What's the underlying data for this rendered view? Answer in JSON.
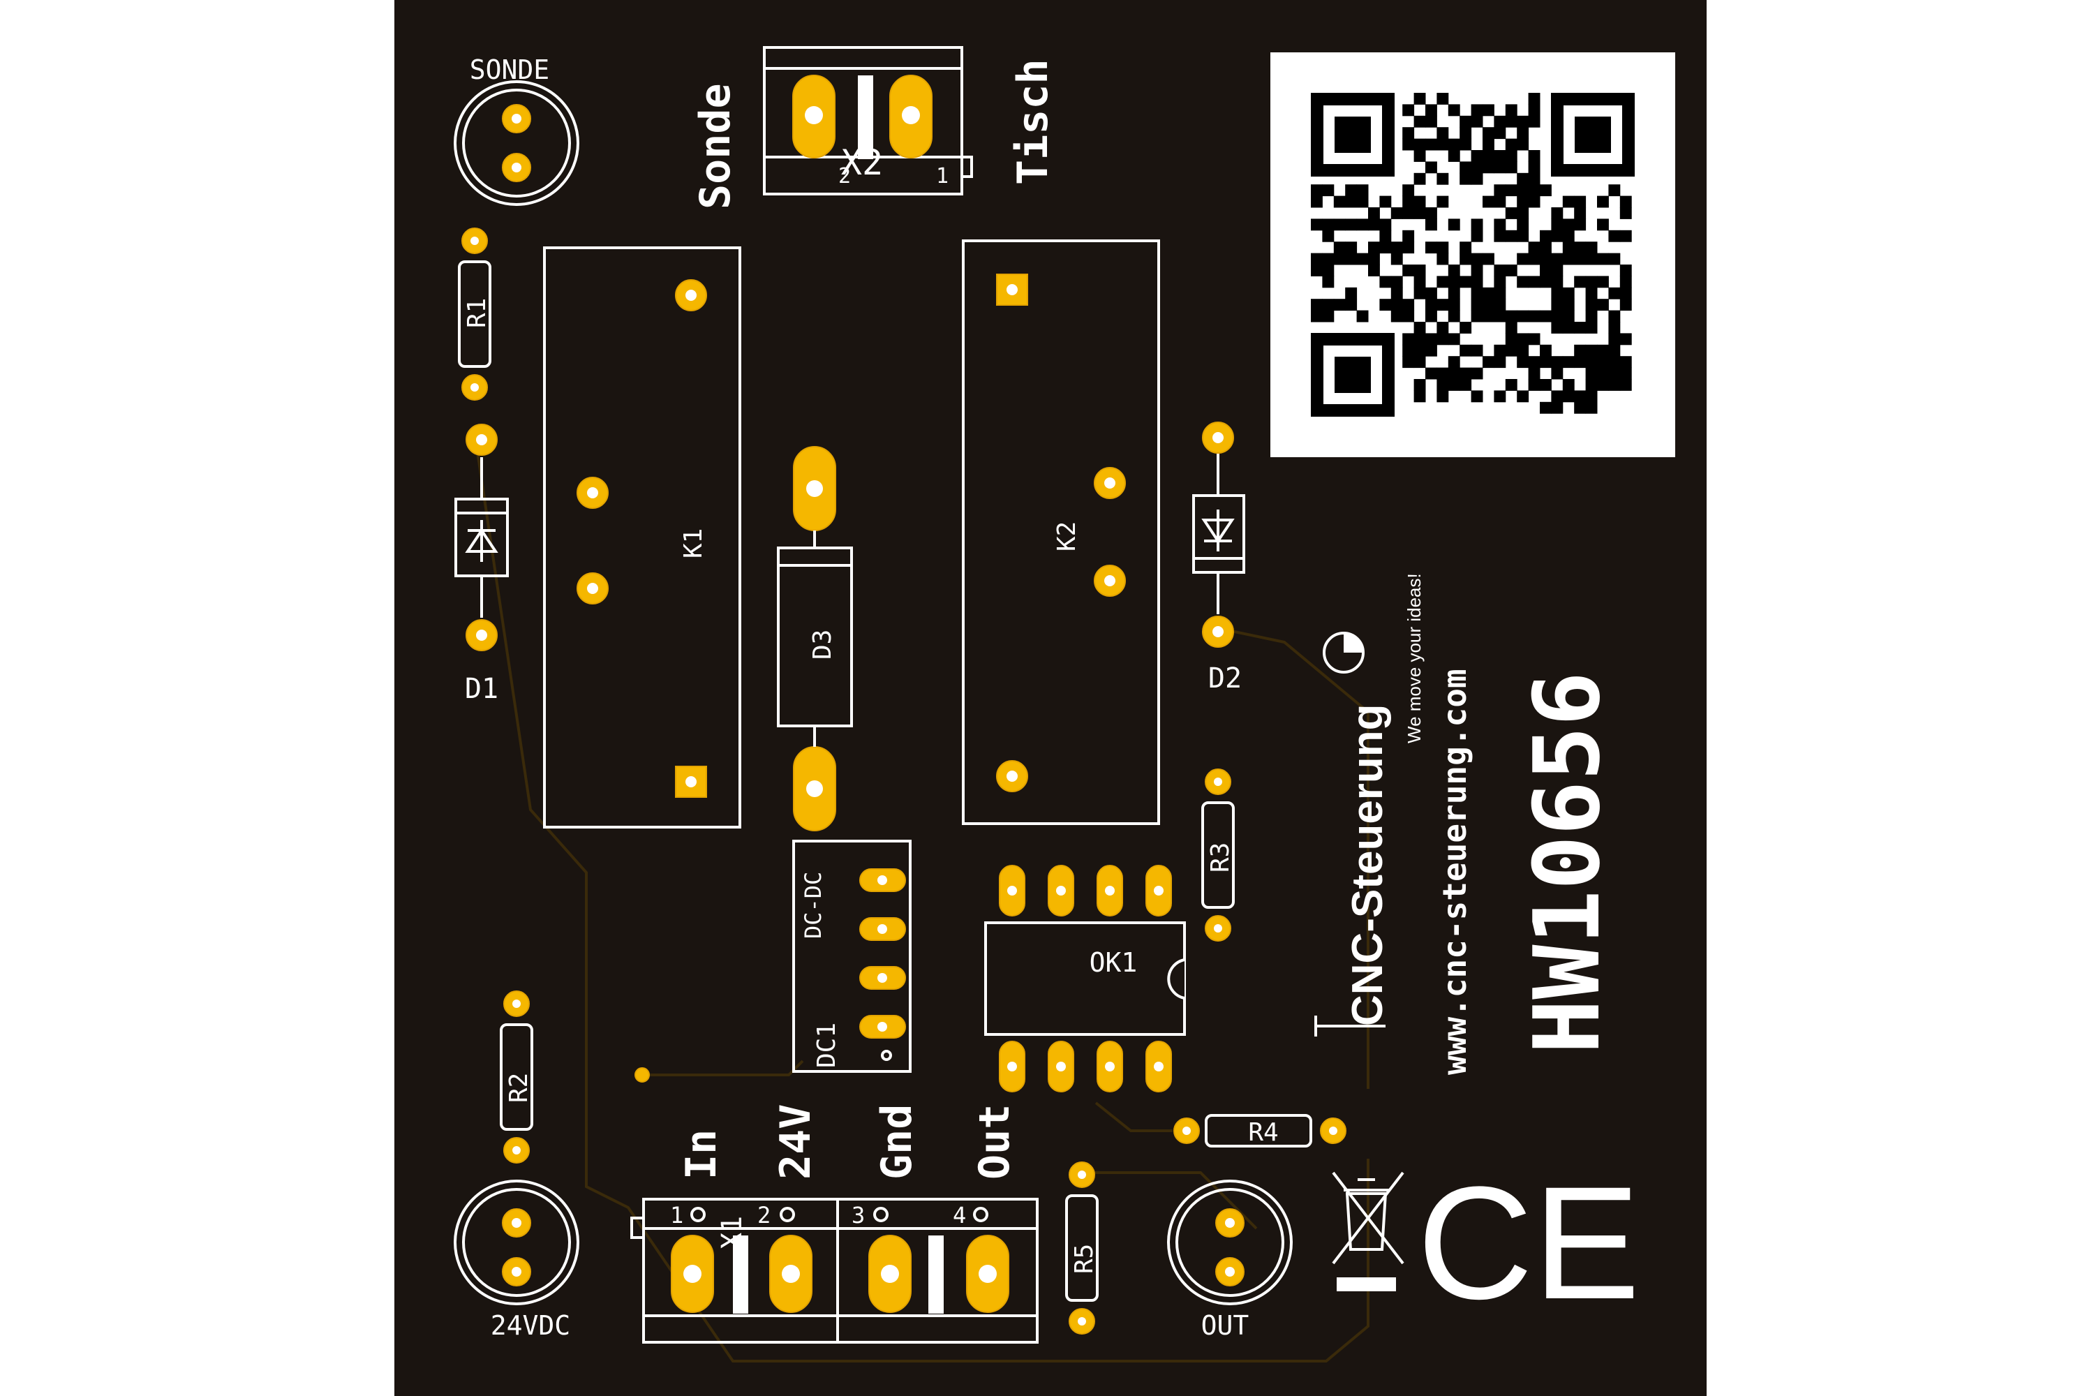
{
  "colors": {
    "board": "#1a1410",
    "silkscreen": "#ffffff",
    "copper_pad": "#f5b700",
    "trace": "#3a2a0a",
    "background": "#ffffff"
  },
  "connectors": {
    "sonde_top": "SONDE",
    "supply_bottom": "24VDC",
    "out_bottom": "OUT",
    "x2_left": "Sonde",
    "x2_right": "Tisch",
    "x2_ref": "X2",
    "x2_pin2": "2",
    "x2_pin1": "1",
    "x1_ref": "X1",
    "x1_pins": [
      "1",
      "2",
      "3",
      "4"
    ],
    "x1_labels": [
      "In",
      "24V",
      "Gnd",
      "Out"
    ]
  },
  "components": {
    "r1": "R1",
    "r2": "R2",
    "r3": "R3",
    "r4": "R4",
    "r5": "R5",
    "d1": "D1",
    "d2": "D2",
    "d3": "D3",
    "k1": "K1",
    "k2": "K2",
    "ok1": "OK1",
    "dc1": "DC1",
    "dcdc": "DC-DC"
  },
  "branding": {
    "brand": "CNC-Steuerung",
    "slogan": "We move your ideas!",
    "url": "www.cnc-steuerung.com",
    "part_number": "HW10656",
    "ce_mark": "CE"
  },
  "icons": [
    "qr-code-icon",
    "weee-bin-icon",
    "ce-mark-icon",
    "diode-symbol-icon"
  ]
}
